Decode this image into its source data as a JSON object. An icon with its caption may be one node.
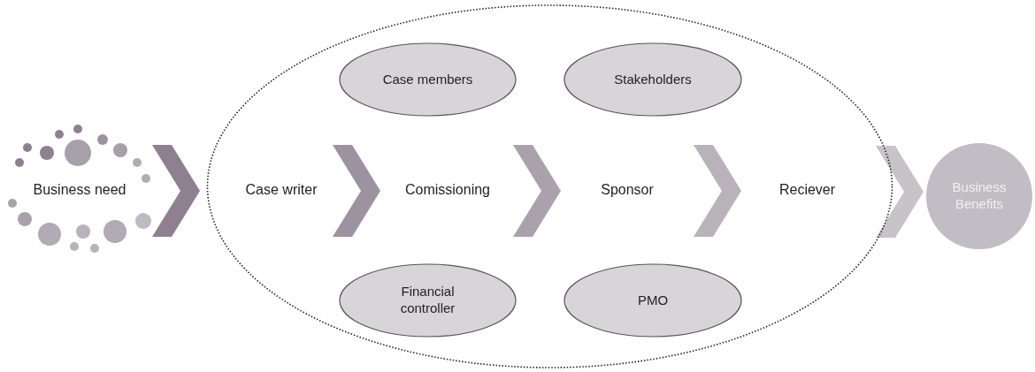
{
  "diagram": {
    "nodes": [
      {
        "text": [
          "Business need"
        ]
      },
      {
        "text": [],
        "shape": "ellipse"
      },
      {
        "text": [
          "Case writer"
        ],
        "in": 1
      },
      {
        "text": [
          "Comissioning"
        ],
        "in": 1
      },
      {
        "text": [
          "Sponsor"
        ],
        "in": 1
      },
      {
        "text": [
          "Reciever"
        ],
        "in": 1
      },
      {
        "text": [
          "Case members"
        ],
        "in": 1
      },
      {
        "text": [
          "Stakeholders"
        ],
        "in": 1
      },
      {
        "text": [
          "Financial controller"
        ],
        "in": 1
      },
      {
        "text": [
          "PMO"
        ],
        "in": 1
      },
      {
        "text": [
          "Business Benefits"
        ]
      }
    ],
    "edges": [
      {
        "from": 0,
        "to": 1,
        "arrow": "to",
        "style": "thick",
        "color": "#8e8090"
      },
      {
        "from": 2,
        "to": 3,
        "arrow": "to",
        "style": "thick",
        "color": "#9d929f"
      },
      {
        "from": 3,
        "to": 4,
        "arrow": "to",
        "style": "thick",
        "color": "#aaa1ac"
      },
      {
        "from": 4,
        "to": 5,
        "arrow": "to",
        "style": "thick",
        "color": "#b9b2bb"
      },
      {
        "from": 1,
        "to": 10,
        "arrow": "to",
        "style": "thick",
        "color": "#c8c3c9"
      }
    ]
  }
}
